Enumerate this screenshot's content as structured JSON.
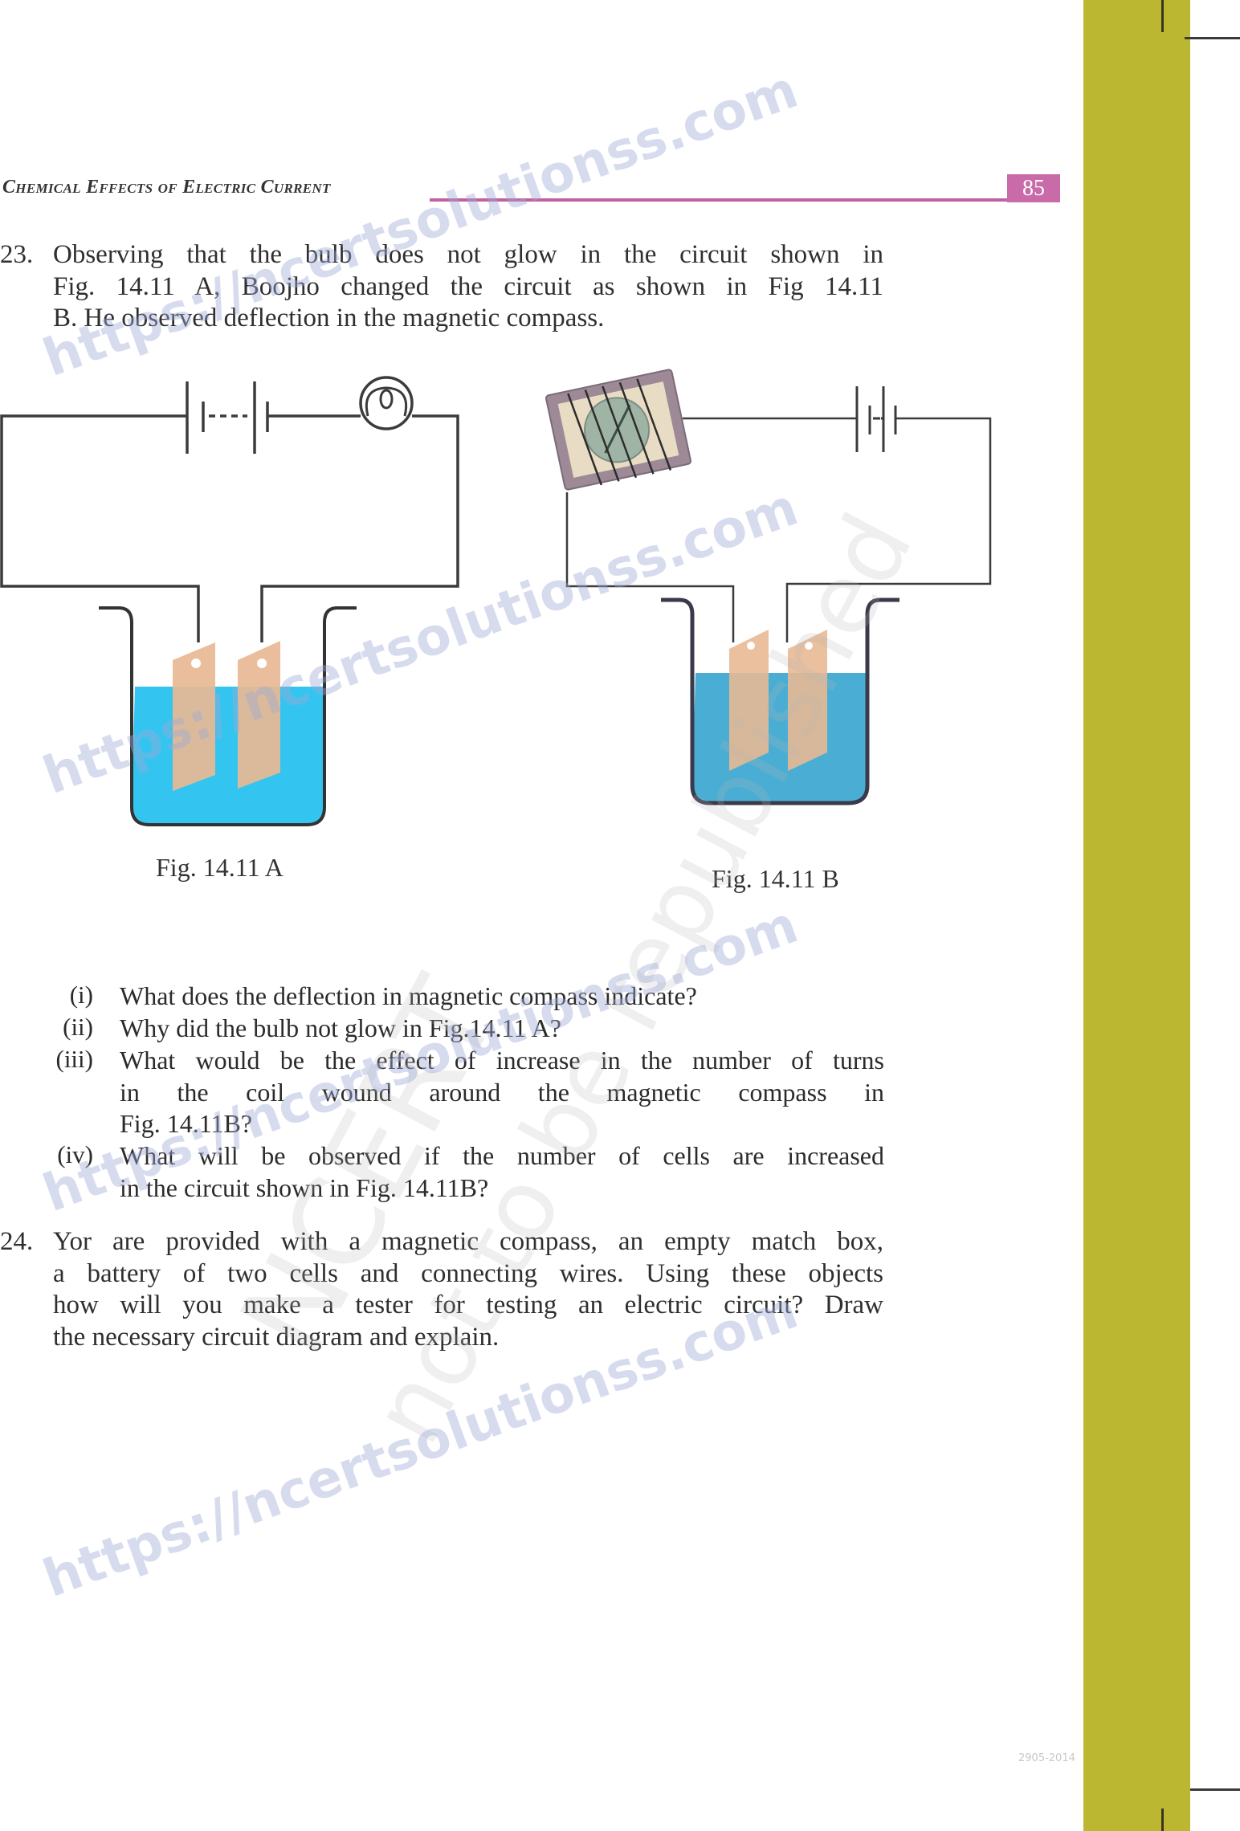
{
  "header": {
    "running_title": "Chemical Effects of  Electric Current",
    "page_number": "85"
  },
  "colors": {
    "side_bar": "#bbb731",
    "header_rule": "#c0609f",
    "page_number_box": "#c96aa9",
    "water_a": "#33c5f0",
    "water_b": "#4aaed4",
    "electrode": "#e8b994"
  },
  "question_23": {
    "number": "23.",
    "lines": [
      "Observing that the bulb does not glow in the circuit shown in",
      "Fig. 14.11 A, Boojho changed the circuit as shown in Fig 14.11",
      "B. He observed deflection in the magnetic compass."
    ],
    "figures": {
      "a_caption": "Fig. 14.11 A",
      "b_caption": "Fig. 14.11 B",
      "a_components": [
        "battery-icon",
        "bulb-icon",
        "beaker-icon",
        "electrode-icon"
      ],
      "b_components": [
        "compass-coil-icon",
        "battery-icon",
        "beaker-icon",
        "electrode-icon"
      ]
    },
    "sub_questions": [
      {
        "label": "(i)",
        "lines": [
          "What does the deflection in magnetic compass indicate?"
        ]
      },
      {
        "label": "(ii)",
        "lines": [
          "Why did the bulb not glow in Fig.14.11 A?"
        ]
      },
      {
        "label": "(iii)",
        "lines": [
          "What would be the effect of increase in the number of turns",
          "in the coil wound around the magnetic compass in",
          "Fig. 14.11B?"
        ]
      },
      {
        "label": "(iv)",
        "lines": [
          "What will be observed if the number of cells are increased",
          "in the circuit shown in Fig. 14.11B?"
        ]
      }
    ]
  },
  "question_24": {
    "number": "24.",
    "lines": [
      "Yor are provided with a magnetic compass, an empty match box,",
      "a battery of two cells and connecting wires. Using these objects",
      "how will you make a tester for testing an electric circuit? Draw",
      "the necessary circuit diagram and explain."
    ]
  },
  "watermarks": {
    "url": "https://ncertsolutionss.com",
    "gray_1": "NCERT",
    "gray_2": "not to be republished"
  },
  "footer": {
    "date_stamp": "2905-2014"
  }
}
